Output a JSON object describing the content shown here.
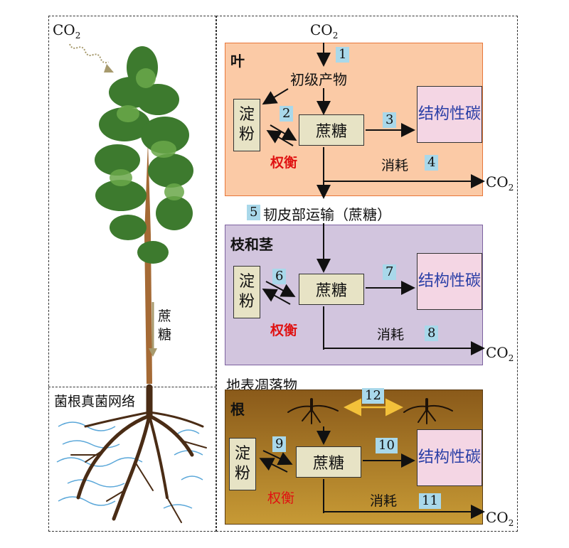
{
  "left": {
    "co2": "CO",
    "co2_sub": "2",
    "sucrose_label": "蔗糖",
    "mycorrhiza_label": "菌根真菌网络"
  },
  "top_co2": "CO",
  "top_co2_sub": "2",
  "leaf": {
    "title": "叶",
    "primary_product": "初级产物",
    "starch": "淀粉",
    "sucrose": "蔗糖",
    "structural_carbon": "结构性碳",
    "tradeoff": "权衡",
    "consumption": "消耗",
    "co2": "CO",
    "co2_sub": "2",
    "nums": [
      "1",
      "2",
      "3",
      "4"
    ]
  },
  "phloem": {
    "num": "5",
    "label": "韧皮部运输（蔗糖）"
  },
  "stem": {
    "title": "枝和茎",
    "starch": "淀粉",
    "sucrose": "蔗糖",
    "structural_carbon": "结构性碳",
    "tradeoff": "权衡",
    "consumption": "消耗",
    "co2": "CO",
    "co2_sub": "2",
    "nums": [
      "6",
      "7",
      "8"
    ]
  },
  "litter_label": "地表凋落物",
  "root": {
    "title": "根",
    "starch": "淀粉",
    "sucrose": "蔗糖",
    "structural_carbon": "结构性碳",
    "tradeoff": "权衡",
    "consumption": "消耗",
    "co2": "CO",
    "co2_sub": "2",
    "nums": [
      "9",
      "10",
      "11",
      "12"
    ]
  },
  "colors": {
    "leaf_bg": "#fbcaa6",
    "leaf_border": "#e7773a",
    "stem_bg": "#d2c5de",
    "stem_border": "#7d62a0",
    "root_bg": "#b6862c",
    "tradeoff_red": "#e01212",
    "number_tag": "#a9d8ea"
  }
}
